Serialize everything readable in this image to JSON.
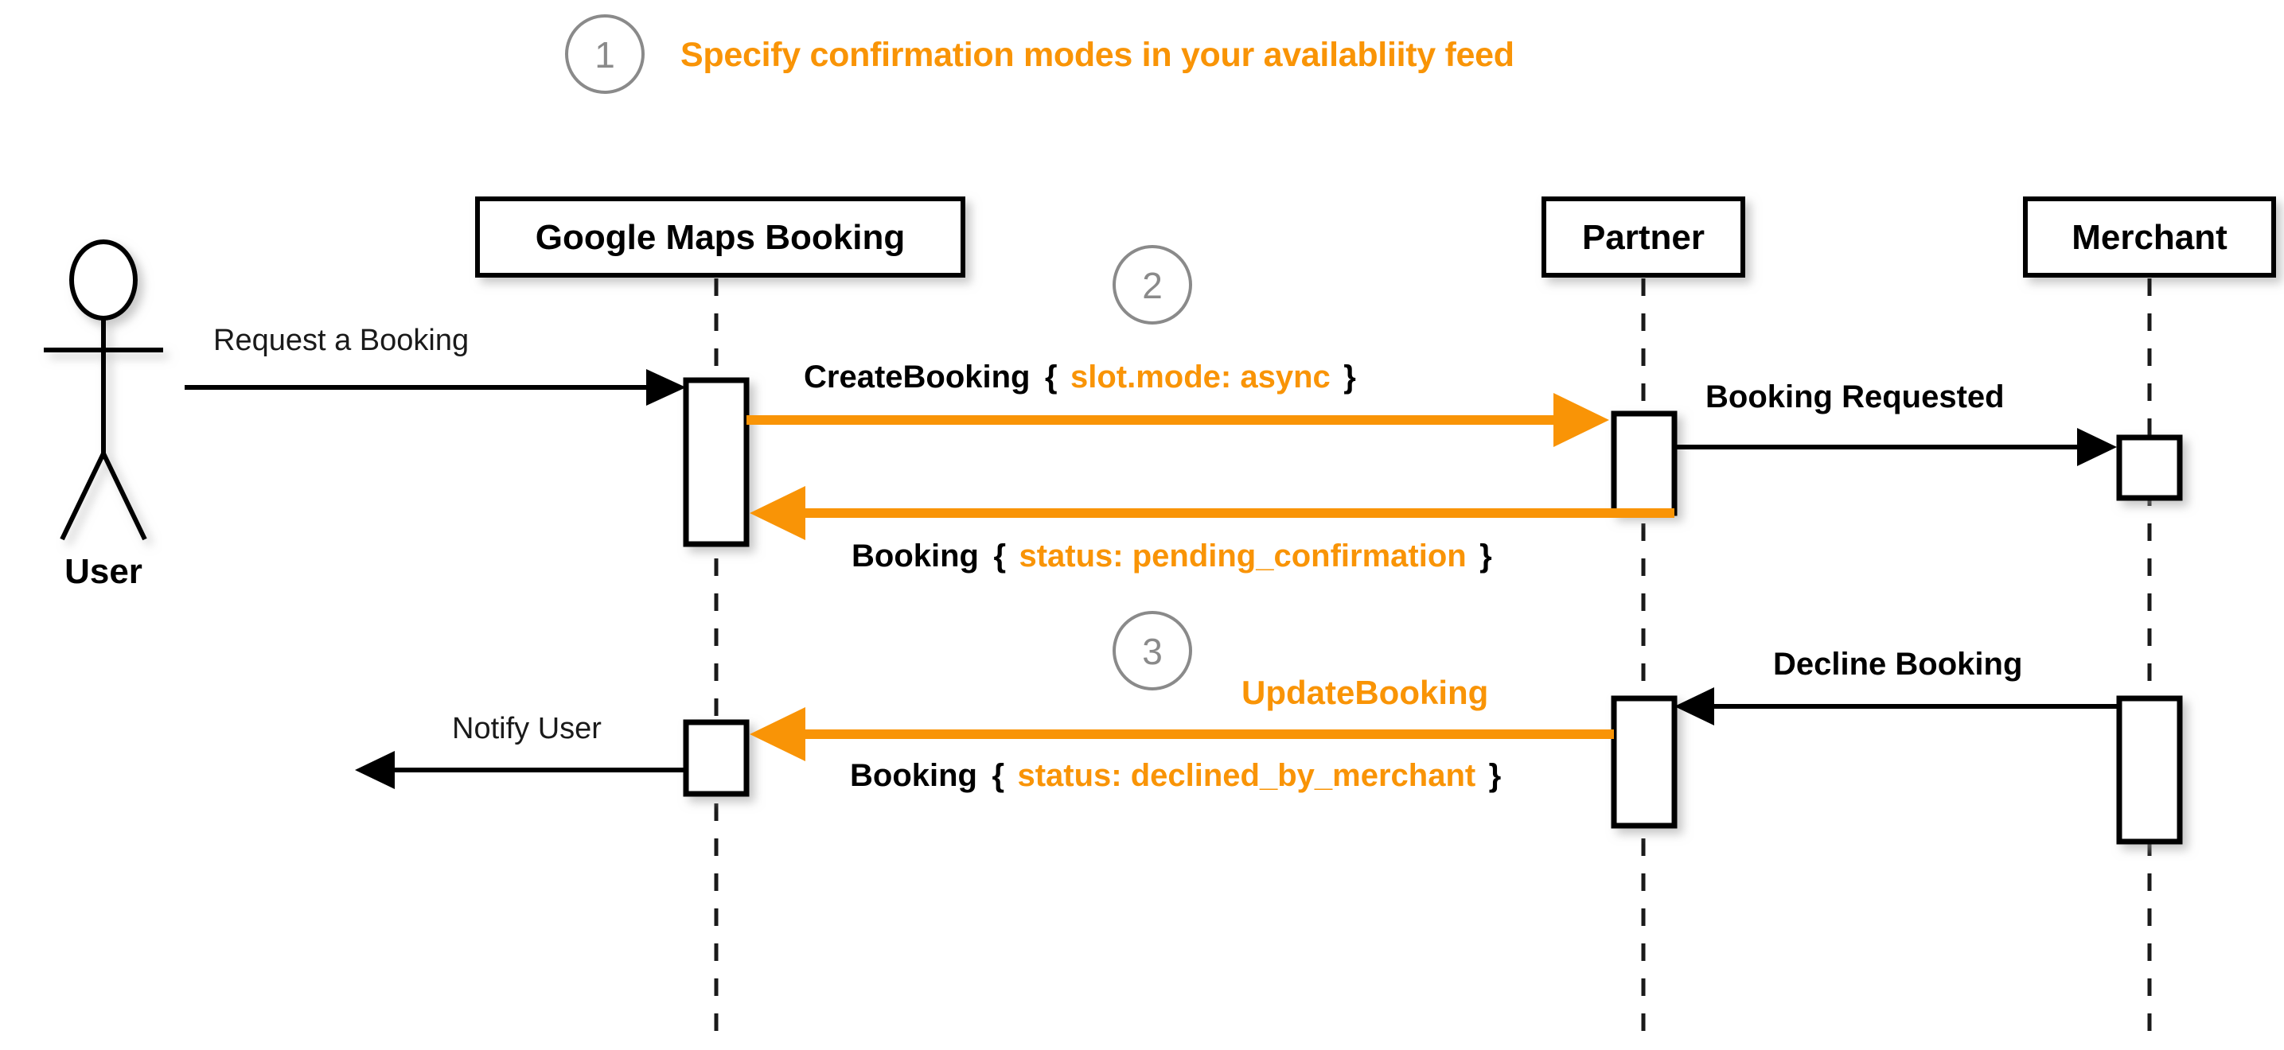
{
  "title": {
    "step": "1",
    "text": "Specify confirmation modes in your availabliity feed",
    "color": "#F99406"
  },
  "steps": [
    {
      "number": "1"
    },
    {
      "number": "2"
    },
    {
      "number": "3"
    }
  ],
  "actor": {
    "name": "User",
    "icon": "stick-figure-actor"
  },
  "participants": [
    {
      "id": "gmb",
      "label": "Google Maps Booking"
    },
    {
      "id": "partner",
      "label": "Partner"
    },
    {
      "id": "merchant",
      "label": "Merchant"
    }
  ],
  "messages": [
    {
      "id": "request-a-booking",
      "from": "User",
      "to": "Google Maps Booking",
      "label_plain": "Request a Booking",
      "style": "black-plain"
    },
    {
      "id": "create-booking",
      "from": "Google Maps Booking",
      "to": "Partner",
      "label_name": "CreateBooking",
      "label_brace_open": "{",
      "label_payload": "slot.mode: async",
      "label_brace_close": "}",
      "style": "orange-bold"
    },
    {
      "id": "booking-requested",
      "from": "Partner",
      "to": "Merchant",
      "label_plain": "Booking Requested",
      "style": "black-bold"
    },
    {
      "id": "booking-pending",
      "from": "Partner",
      "to": "Google Maps Booking",
      "label_name": "Booking",
      "label_brace_open": "{",
      "label_payload": "status: pending_confirmation",
      "label_brace_close": "}",
      "style": "orange-bold"
    },
    {
      "id": "decline-booking",
      "from": "Merchant",
      "to": "Partner",
      "label_plain": "Decline Booking",
      "style": "black-bold"
    },
    {
      "id": "update-booking",
      "from": "Partner",
      "to": "Google Maps Booking",
      "label_name": "UpdateBooking",
      "label_name2": "Booking",
      "label_brace_open": "{",
      "label_payload": "status: declined_by_merchant",
      "label_brace_close": "}",
      "style": "orange-bold"
    },
    {
      "id": "notify-user",
      "from": "Google Maps Booking",
      "to": "User",
      "label_plain": "Notify User",
      "style": "black-plain"
    }
  ],
  "colors": {
    "accent_orange": "#F99406",
    "black": "#000000",
    "step_gray": "#8a8a8a",
    "background": "#ffffff"
  }
}
